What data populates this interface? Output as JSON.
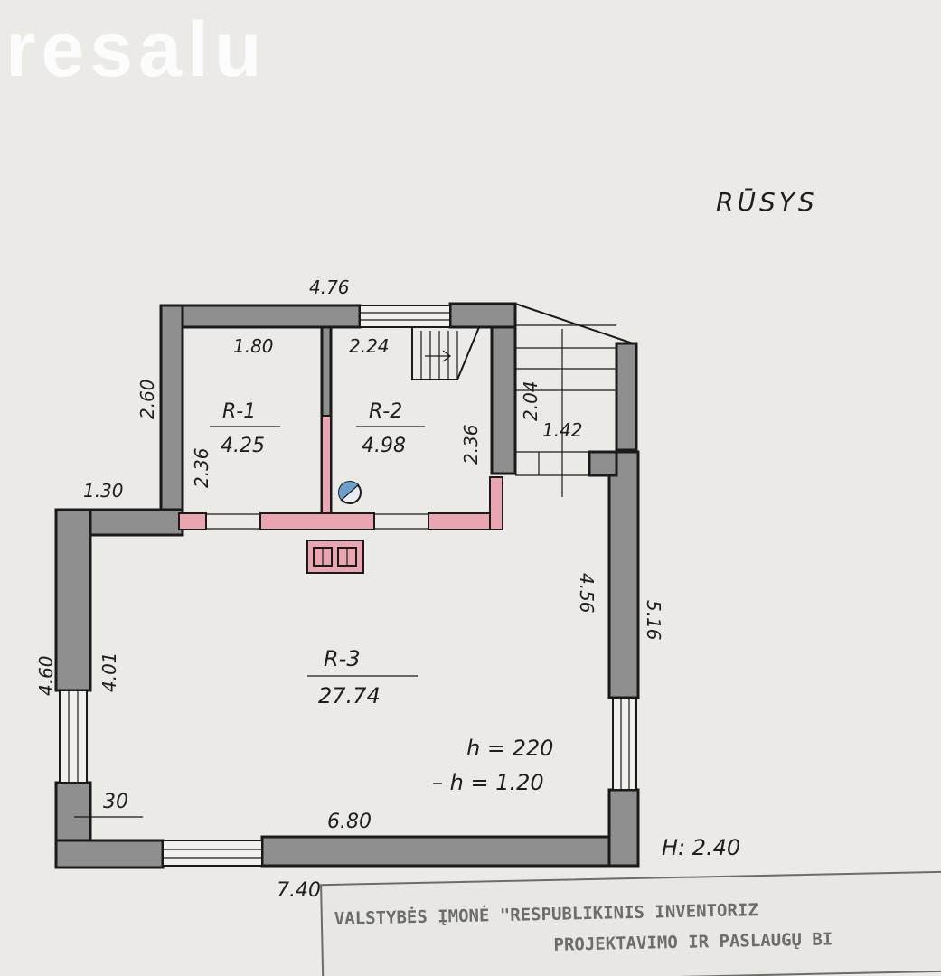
{
  "watermark": "resalu",
  "title": "RŪSYS",
  "dimensions": {
    "top_width": "4.76",
    "room1_width": "1.80",
    "room2_width": "2.24",
    "left_upper_height": "2.60",
    "room1_height": "2.36",
    "room2_height": "2.36",
    "stair_height": "2.04",
    "stair_width": "1.42",
    "left_offset": "1.30",
    "left_total": "4.60",
    "left_inner": "4.01",
    "right_inner": "4.56",
    "right_total": "5.16",
    "bottom_inner": "6.80",
    "bottom_total": "7.40",
    "wall_thickness": "30"
  },
  "rooms": [
    {
      "id": "R-1",
      "area": "4.25"
    },
    {
      "id": "R-2",
      "area": "4.98"
    },
    {
      "id": "R-3",
      "area": "27.74"
    }
  ],
  "heights": {
    "h": "h = 220",
    "minus_h": "– h = 1.20",
    "H": "H: 2.40"
  },
  "stamp": {
    "line1": "VALSTYBĖS ĮMONĖ \"RESPUBLIKINIS INVENTORIZ",
    "line2": "PROJEKTAVIMO IR PASLAUGŲ BI"
  }
}
